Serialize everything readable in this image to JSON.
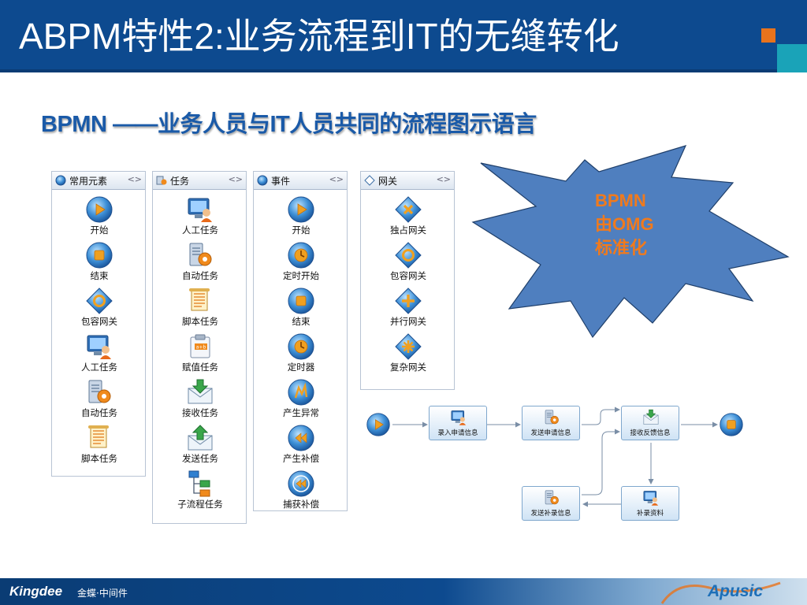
{
  "slide": {
    "title": "ABPM特性2:业务流程到IT的无缝转化",
    "subtitle": "BPMN ——业务人员与IT人员共同的流程图示语言"
  },
  "palettes": [
    {
      "header": "常用元素",
      "items": [
        "开始",
        "结束",
        "包容网关",
        "人工任务",
        "自动任务",
        "脚本任务"
      ]
    },
    {
      "header": "任务",
      "items": [
        "人工任务",
        "自动任务",
        "脚本任务",
        "赋值任务",
        "接收任务",
        "发送任务",
        "子流程任务"
      ]
    },
    {
      "header": "事件",
      "items": [
        "开始",
        "定时开始",
        "结束",
        "定时器",
        "产生异常",
        "产生补偿",
        "捕获补偿"
      ]
    },
    {
      "header": "网关",
      "items": [
        "独占网关",
        "包容网关",
        "并行网关",
        "复杂网关"
      ]
    }
  ],
  "callout": {
    "lines": [
      "BPMN",
      "由OMG",
      "标准化"
    ]
  },
  "flow": {
    "tasks": [
      "录入申请信息",
      "发送申请信息",
      "接收反馈信息",
      "发送补录信息",
      "补录资料"
    ]
  },
  "footer": {
    "brand": "Kingdee",
    "brand_sub": "金蝶·中间件",
    "partner": "Apusic"
  },
  "colors": {
    "title_bar": "#0d4a8f",
    "subtitle": "#1a5aa8",
    "callout_fill": "#4f7fbf",
    "callout_text": "#f07a1d",
    "accent_orange": "#e8731c",
    "accent_teal": "#1aa3b8"
  }
}
